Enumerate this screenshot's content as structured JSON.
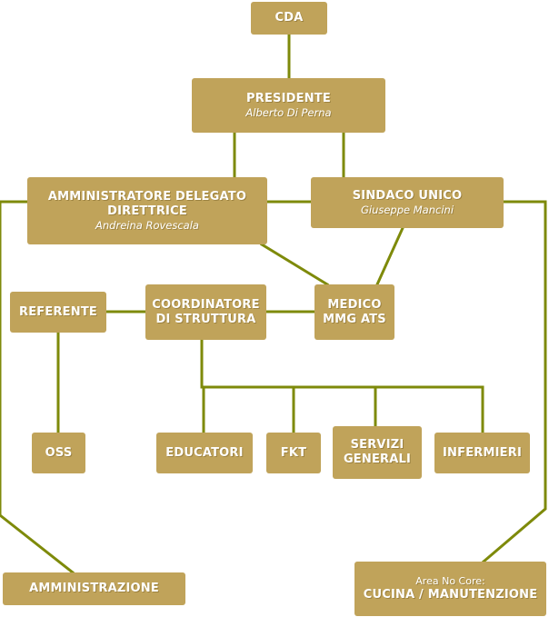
{
  "nodes": {
    "cda": {
      "title": "CDA"
    },
    "presidente": {
      "title": "PRESIDENTE",
      "name": "Alberto Di Perna"
    },
    "amministratore": {
      "title": "AMMINISTRATORE DELEGATO\nDIRETTRICE",
      "name": "Andreina Rovescala"
    },
    "sindaco": {
      "title": "SINDACO UNICO",
      "name": "Giuseppe Mancini"
    },
    "referente": {
      "title": "REFERENTE"
    },
    "coordinatore": {
      "title": "COORDINATORE\nDI STRUTTURA"
    },
    "medico": {
      "title": "MEDICO\nMMG ATS"
    },
    "oss": {
      "title": "OSS"
    },
    "educatori": {
      "title": "EDUCATORI"
    },
    "fkt": {
      "title": "FKT"
    },
    "servizi": {
      "title": "SERVIZI\nGENERALI"
    },
    "infermieri": {
      "title": "INFERMIERI"
    },
    "amministrazione": {
      "title": "AMMINISTRAZIONE"
    },
    "cucina": {
      "label": "Area No Core:",
      "title": "CUCINA / MANUTENZIONE"
    }
  },
  "colors": {
    "box": "#c0a35a",
    "line": "#7e8a0a",
    "text": "#ffffff"
  }
}
